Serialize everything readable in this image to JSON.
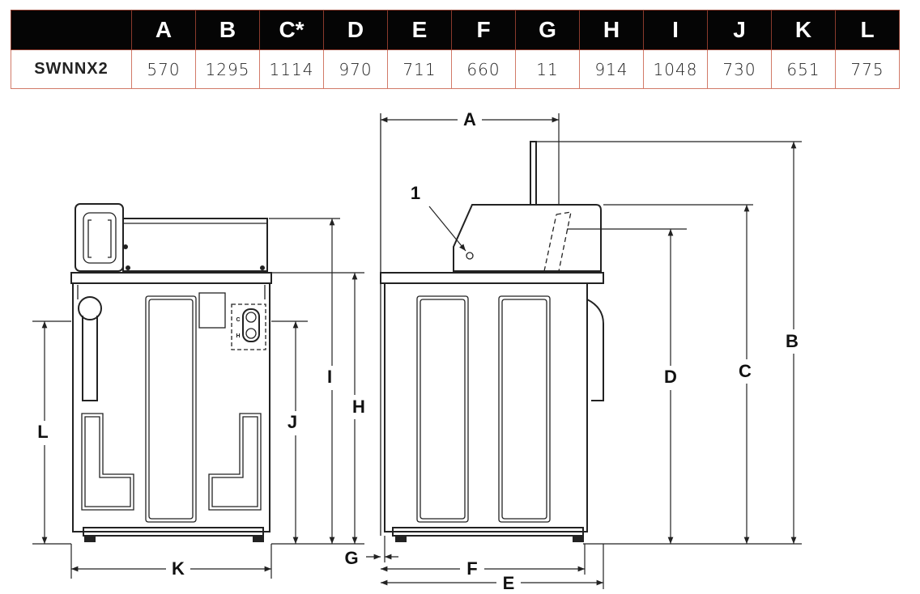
{
  "table": {
    "headers": [
      "",
      "A",
      "B",
      "C*",
      "D",
      "E",
      "F",
      "G",
      "H",
      "I",
      "J",
      "K",
      "L"
    ],
    "rows": [
      {
        "model": "SWNNX2",
        "values": [
          "570",
          "1295",
          "1114",
          "970",
          "711",
          "660",
          "11",
          "914",
          "1048",
          "730",
          "651",
          "775"
        ]
      }
    ]
  },
  "diagram": {
    "callout": "1",
    "valve_labels": {
      "cold": "C",
      "hot": "H"
    },
    "dims": {
      "A": "A",
      "B": "B",
      "C": "C",
      "D": "D",
      "E": "E",
      "F": "F",
      "G": "G",
      "H": "H",
      "I": "I",
      "J": "J",
      "K": "K",
      "L": "L"
    }
  }
}
